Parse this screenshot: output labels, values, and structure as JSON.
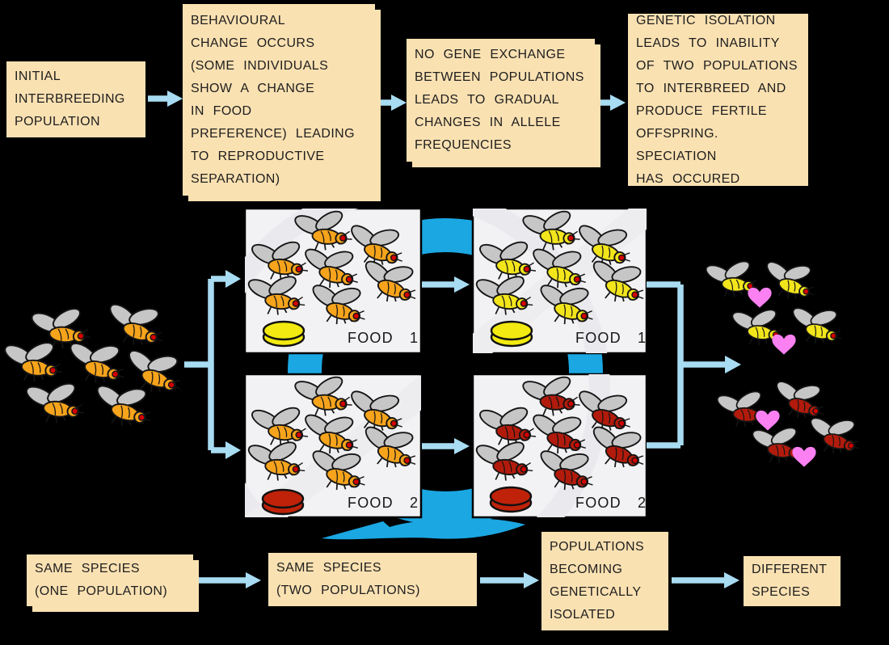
{
  "palette": {
    "background": "#000000",
    "note_fill": "#FAE1B2",
    "note_text": "#1E1E1E",
    "arrow_blue": "#A8DCF2",
    "cycle_blue": "#1BA7E2",
    "panel_fill": "#F2F2F4",
    "panel_border": "#000000",
    "wing_gray": "#C6C6C6",
    "fly_orange": "#F6A41C",
    "fly_yellow": "#F2E51C",
    "fly_red": "#B21B0C",
    "eye_red": "#D40000",
    "food1_yellow": "#F2EA10",
    "food2_red": "#BF2209",
    "heart_pink": "#FB80F2"
  },
  "top_flow": {
    "step1": "INITIAL\nINTERBREEDING\nPOPULATION",
    "step2": "BEHAVIOURAL\nCHANGE OCCURS\n(SOME INDIVIDUALS\nSHOW A CHANGE\nIN FOOD\nPREFERENCE) LEADING\nTO REPRODUCTIVE\nSEPARATION)",
    "step3": "NO GENE EXCHANGE\nBETWEEN POPULATIONS\nLEADS TO GRADUAL\nCHANGES IN ALLELE\nFREQUENCIES",
    "step4": "GENETIC ISOLATION\nLEADS TO INABILITY\nOF TWO POPULATIONS\nTO INTERBREED AND\nPRODUCE FERTILE\nOFFSPRING. SPECIATION\nHAS OCCURED"
  },
  "bottom_flow": {
    "step1": "SAME SPECIES\n(ONE POPULATION)",
    "step2": "SAME SPECIES\n(TWO POPULATIONS)",
    "step3": "POPULATIONS\nBECOMING\nGENETICALLY\nISOLATED",
    "step4": "DIFFERENT\nSPECIES"
  },
  "panel_labels": {
    "top_left": "FOOD 1",
    "top_right": "FOOD 1",
    "bottom_left": "FOOD 2",
    "bottom_right": "FOOD 2"
  },
  "fly_groups": {
    "initial_population": {
      "count": 7,
      "color_key": "fly_orange"
    },
    "food1_before": {
      "count": 7,
      "color_key": "fly_orange"
    },
    "food2_before": {
      "count": 7,
      "color_key": "fly_orange"
    },
    "food1_after": {
      "count": 7,
      "color_key": "fly_yellow"
    },
    "food2_after": {
      "count": 7,
      "color_key": "fly_red"
    },
    "yellow_pairs": {
      "count": 4,
      "color_key": "fly_yellow",
      "heart_count": 2
    },
    "red_pairs": {
      "count": 4,
      "color_key": "fly_red",
      "heart_count": 2
    }
  }
}
